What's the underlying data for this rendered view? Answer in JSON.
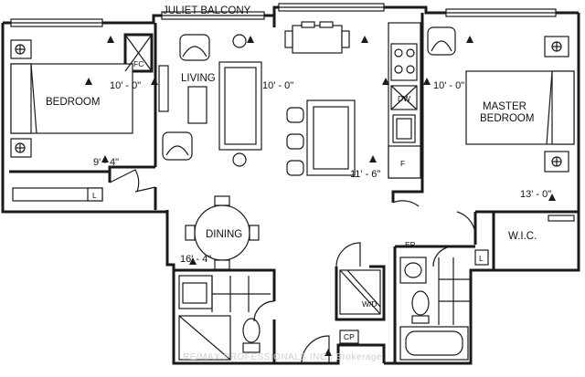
{
  "labels": {
    "balcony": "JULIET BALCONY",
    "bedroom": "BEDROOM",
    "living": "LIVING",
    "master_line1": "MASTER",
    "master_line2": "BEDROOM",
    "dining": "DINING",
    "wic": "W.I.C.",
    "fc": "FC",
    "dw": "DW",
    "f": "F",
    "l_bedroom": "L",
    "l_wic": "L",
    "ep": "EP",
    "wd": "W/D",
    "cp": "CP"
  },
  "dimensions": {
    "bedroom": "10' - 0\"",
    "living": "10' - 0\"",
    "master": "10' - 0\"",
    "bedroom_depth": "9' - 4\"",
    "kitchen": "11' - 6\"",
    "master_depth": "13' - 0\"",
    "dining": "16' - 4\""
  },
  "watermark": "RE/MAX PROFESSIONALS INC., Brokerage"
}
